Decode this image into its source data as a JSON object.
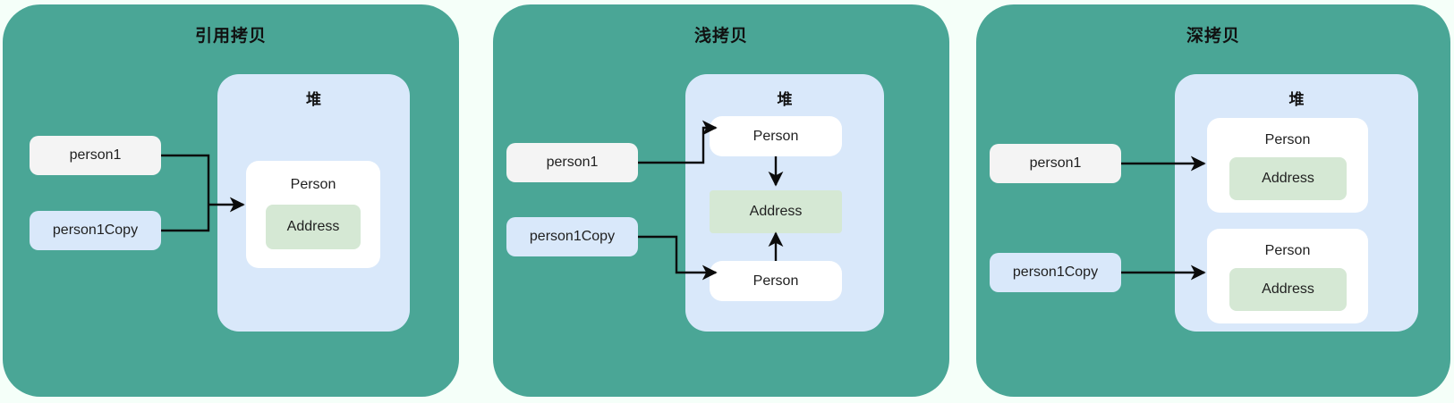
{
  "background_color": "#f5fff9",
  "panel_color": "#4aa696",
  "heap_color": "#d9e8fa",
  "object_color": "#ffffff",
  "address_color": "#d5e8d4",
  "stack_var_color": "#f4f4f4",
  "copy_var_color": "#d9e8fa",
  "edge_color": "#0b0b0b",
  "panels": [
    {
      "id": "reference-copy",
      "title": "引用拷贝",
      "heap_label": "堆",
      "variables": [
        {
          "name": "person1",
          "label": "person1",
          "style": "grey"
        },
        {
          "name": "person1Copy",
          "label": "person1Copy",
          "style": "blue"
        }
      ],
      "objects": [
        {
          "label": "Person",
          "address_label": "Address"
        }
      ]
    },
    {
      "id": "shallow-copy",
      "title": "浅拷贝",
      "heap_label": "堆",
      "variables": [
        {
          "name": "person1",
          "label": "person1",
          "style": "grey"
        },
        {
          "name": "person1Copy",
          "label": "person1Copy",
          "style": "blue"
        }
      ],
      "objects": [
        {
          "label": "Person"
        },
        {
          "label": "Person"
        }
      ],
      "shared_address_label": "Address"
    },
    {
      "id": "deep-copy",
      "title": "深拷贝",
      "heap_label": "堆",
      "variables": [
        {
          "name": "person1",
          "label": "person1",
          "style": "grey"
        },
        {
          "name": "person1Copy",
          "label": "person1Copy",
          "style": "blue"
        }
      ],
      "objects": [
        {
          "label": "Person",
          "address_label": "Address"
        },
        {
          "label": "Person",
          "address_label": "Address"
        }
      ]
    }
  ]
}
